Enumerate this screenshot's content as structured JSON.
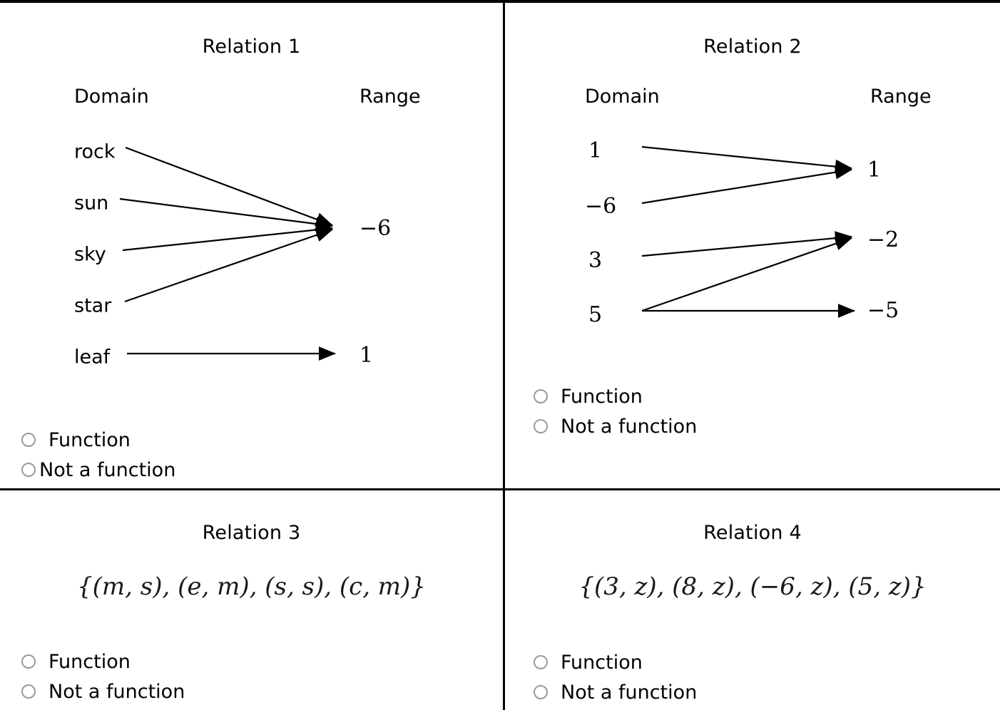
{
  "choices": {
    "function": "Function",
    "not_a_function": "Not a function"
  },
  "headers": {
    "domain": "Domain",
    "range": "Range"
  },
  "panels": {
    "relation1": {
      "title": "Relation 1",
      "type": "mapping-diagram",
      "domain_items": [
        "rock",
        "sun",
        "sky",
        "star",
        "leaf"
      ],
      "range_items": [
        "−6",
        "1"
      ],
      "arrows": [
        {
          "from": "rock",
          "to": "−6"
        },
        {
          "from": "sun",
          "to": "−6"
        },
        {
          "from": "sky",
          "to": "−6"
        },
        {
          "from": "star",
          "to": "−6"
        },
        {
          "from": "leaf",
          "to": "1"
        }
      ]
    },
    "relation2": {
      "title": "Relation 2",
      "type": "mapping-diagram",
      "domain_items": [
        "1",
        "−6",
        "3",
        "5"
      ],
      "range_items": [
        "1",
        "−2",
        "−5"
      ],
      "arrows": [
        {
          "from": "1",
          "to": "1"
        },
        {
          "from": "−6",
          "to": "1"
        },
        {
          "from": "3",
          "to": "−2"
        },
        {
          "from": "5",
          "to": "−2"
        },
        {
          "from": "5",
          "to": "−5"
        }
      ]
    },
    "relation3": {
      "title": "Relation 3",
      "type": "ordered-pair-set",
      "expression": "{(m, s), (e, m), (s, s), (c, m)}",
      "pairs": [
        [
          "m",
          "s"
        ],
        [
          "e",
          "m"
        ],
        [
          "s",
          "s"
        ],
        [
          "c",
          "m"
        ]
      ]
    },
    "relation4": {
      "title": "Relation 4",
      "type": "ordered-pair-set",
      "expression": "{(3, z), (8, z), (−6, z), (5, z)}",
      "pairs": [
        [
          "3",
          "z"
        ],
        [
          "8",
          "z"
        ],
        [
          "−6",
          "z"
        ],
        [
          "5",
          "z"
        ]
      ]
    }
  },
  "colors": {
    "rule": "#000000",
    "text": "#000000",
    "radio_outline": "#9a9a9a",
    "expression_text": "#1a1a1a",
    "background": "#ffffff"
  }
}
